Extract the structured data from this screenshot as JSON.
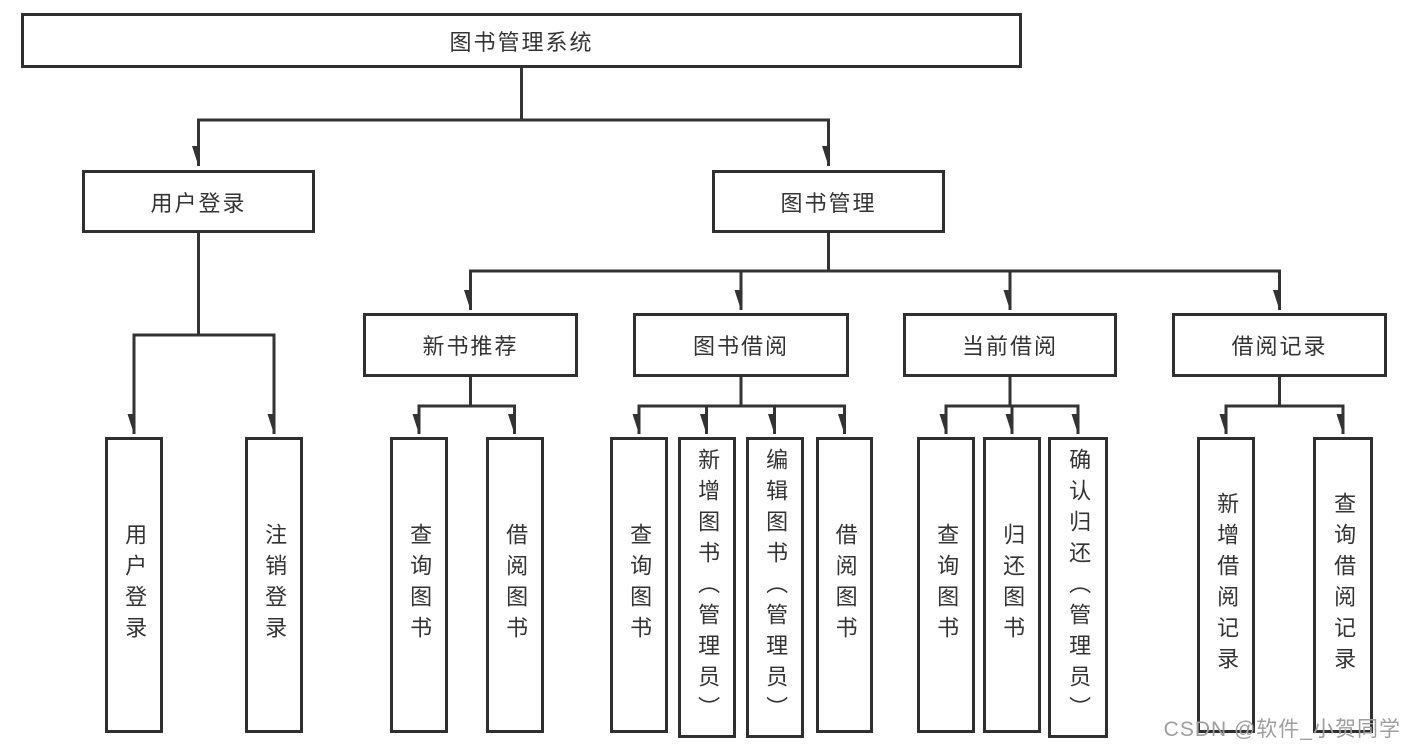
{
  "tree": {
    "label": "图书管理系统",
    "children": [
      {
        "label": "用户登录",
        "children": [
          {
            "label": "用户登录"
          },
          {
            "label": "注销登录"
          }
        ]
      },
      {
        "label": "图书管理",
        "children": [
          {
            "label": "新书推荐",
            "children": [
              {
                "label": "查询图书"
              },
              {
                "label": "借阅图书"
              }
            ]
          },
          {
            "label": "图书借阅",
            "children": [
              {
                "label": "查询图书"
              },
              {
                "label": "新增图书（管理员）"
              },
              {
                "label": "编辑图书（管理员）"
              },
              {
                "label": "借阅图书"
              }
            ]
          },
          {
            "label": "当前借阅",
            "children": [
              {
                "label": "查询图书"
              },
              {
                "label": "归还图书"
              },
              {
                "label": "确认归还（管理员）"
              }
            ]
          },
          {
            "label": "借阅记录",
            "children": [
              {
                "label": "新增借阅记录"
              },
              {
                "label": "查询借阅记录"
              }
            ]
          }
        ]
      }
    ]
  },
  "watermark": "CSDN @软件_小贺同学",
  "colors": {
    "line": "#333333",
    "border": "#2f2f2f",
    "text": "#333333",
    "watermark": "#9e9e9e",
    "bg": "#ffffff"
  }
}
